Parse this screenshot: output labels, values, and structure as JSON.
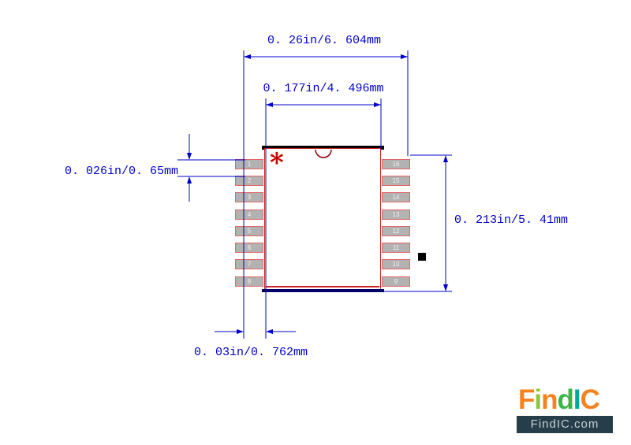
{
  "dimensions": {
    "overall_width": "0. 26in/6. 604mm",
    "body_width": "0. 177in/4. 496mm",
    "pin_pitch": "0. 026in/0. 65mm",
    "overall_height": "0. 213in/5. 41mm",
    "pad_width": "0. 03in/0. 762mm"
  },
  "pads": {
    "left": [
      "1",
      "2",
      "3",
      "4",
      "5",
      "6",
      "7",
      "8"
    ],
    "right": [
      "16",
      "15",
      "14",
      "13",
      "12",
      "11",
      "10",
      "9"
    ]
  },
  "pin1_marker": "*",
  "logo": {
    "letters": [
      {
        "char": "F",
        "color": "#f5821f"
      },
      {
        "char": "i",
        "color": "#8dc63f"
      },
      {
        "char": "n",
        "color": "#f5821f"
      },
      {
        "char": "d",
        "color": "#39b54a"
      },
      {
        "char": "I",
        "color": "#00a79d"
      },
      {
        "char": "C",
        "color": "#f5821f"
      }
    ],
    "site": "FindIC.com"
  },
  "colors": {
    "dimension_lines": "#0000cc",
    "pad_fill": "#b2b2b2",
    "pad_border": "#e06666",
    "body_border": "#cc2222",
    "silkscreen_top": "#000000",
    "silkscreen_bottom": "#000066",
    "notch": "#8b0000",
    "pin1_marker": "#cc0000",
    "logo_bar_bg": "#263e4a"
  }
}
